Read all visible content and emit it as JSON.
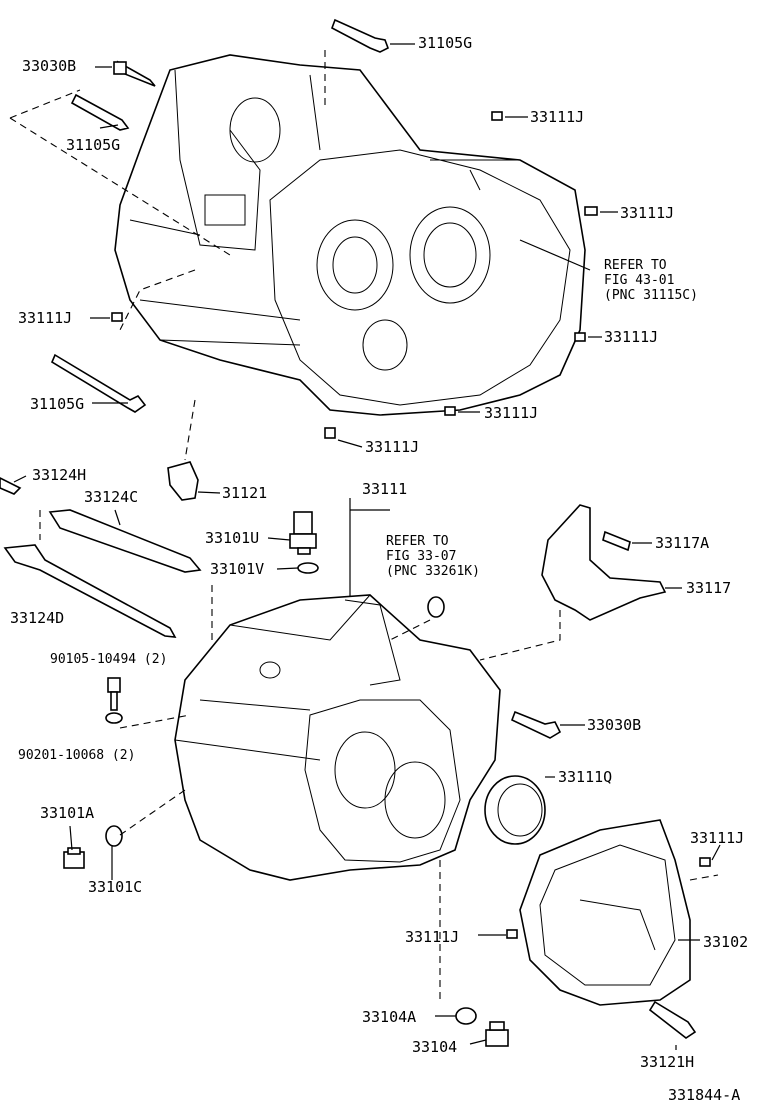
{
  "labels": {
    "l_31105G_top": "31105G",
    "l_33030B_top": "33030B",
    "l_31105G_left": "31105G",
    "l_33111J_a": "33111J",
    "l_33111J_b": "33111J",
    "l_refer1_a": "REFER TO",
    "l_refer1_b": "FIG 43-01",
    "l_refer1_c": "(PNC 31115C)",
    "l_33111J_c": "33111J",
    "l_33111J_left": "33111J",
    "l_31105G_lower": "31105G",
    "l_33111J_d": "33111J",
    "l_33111J_e": "33111J",
    "l_33124H": "33124H",
    "l_33124C": "33124C",
    "l_31121": "31121",
    "l_33111_top": "33111",
    "l_33101U": "33101U",
    "l_refer2_a": "REFER TO",
    "l_refer2_b": "FIG 33-07",
    "l_refer2_c": "(PNC 33261K)",
    "l_33117A": "33117A",
    "l_33101V": "33101V",
    "l_33117": "33117",
    "l_33124D": "33124D",
    "l_90105": "90105-10494 (2)",
    "l_33030B_mid": "33030B",
    "l_90201": "90201-10068 (2)",
    "l_33111Q": "33111Q",
    "l_33101A": "33101A",
    "l_33111J_f": "33111J",
    "l_33101C": "33101C",
    "l_33111J_g": "33111J",
    "l_33102": "33102",
    "l_33104A": "33104A",
    "l_33104": "33104",
    "l_33121H": "33121H",
    "l_figno": "331844-A"
  }
}
